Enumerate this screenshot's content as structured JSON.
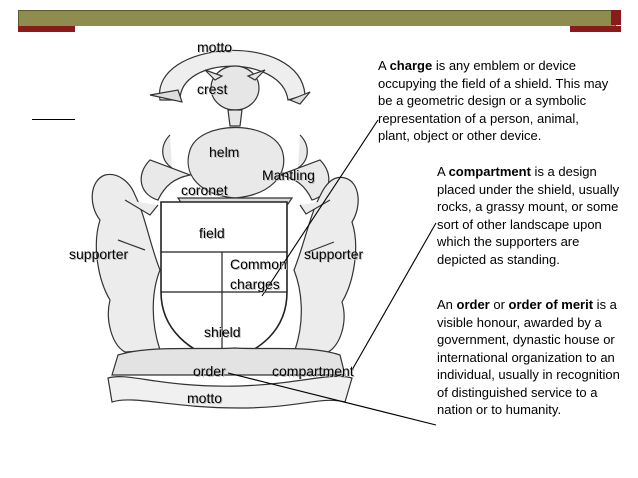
{
  "labels": {
    "motto_top": "motto",
    "crest": "crest",
    "helm": "helm",
    "mantling": "Mantling",
    "coronet": "coronet",
    "field": "field",
    "supporter_left": "supporter",
    "supporter_right": "supporter",
    "common_charges_1": "Common",
    "common_charges_2": "charges",
    "shield": "shield",
    "order": "order",
    "compartment": "compartment",
    "motto_bottom": "motto"
  },
  "definitions": {
    "charge": {
      "lead": "A ",
      "term": "charge",
      "rest": " is any emblem or device occupying the field of a shield. This may be a geometric design or a symbolic representation of a person, animal, plant, object or other device."
    },
    "compartment": {
      "lead": "A ",
      "term": "compartment",
      "rest": " is a design placed under the shield, usually rocks, a grassy mount, or some sort of other landscape upon which the supporters are depicted as standing."
    },
    "order": {
      "lead": "An ",
      "term": "order",
      "mid": " or ",
      "term2": "order of merit",
      "rest": " is a visible honour, awarded by a government, dynastic house or international organization to an individual, usually in recognition of distinguished service to a nation or to humanity."
    }
  },
  "colors": {
    "header_bar": "#8e8c4e",
    "accent_red": "#8b1a1a"
  }
}
